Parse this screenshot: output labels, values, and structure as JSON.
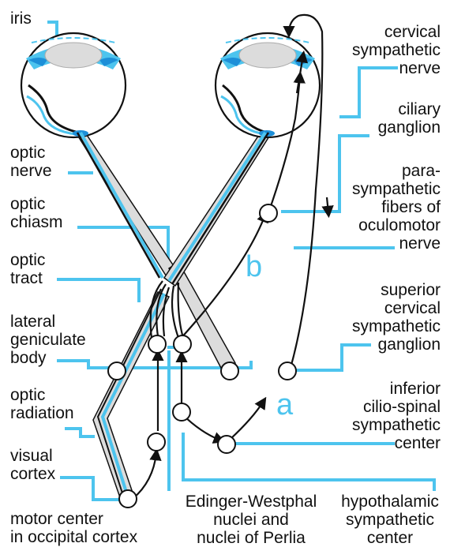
{
  "colors": {
    "blue": "#4dc4ee",
    "deep_blue": "#1d8fd8",
    "gray": "#dcdcdc",
    "line": "#111111",
    "text": "#111111"
  },
  "left_labels": {
    "iris": "iris",
    "optic_nerve": "optic\nnerve",
    "optic_chiasm": "optic\nchiasm",
    "optic_tract": "optic\ntract",
    "lateral_geniculate_body": "lateral\ngeniculate\nbody",
    "optic_radiation": "optic\nradiation",
    "visual_cortex": "visual\ncortex",
    "motor_center": "motor center\nin occipital cortex"
  },
  "right_labels": {
    "cervical_sympathetic_nerve": "cervical\nsympathetic\nnerve",
    "ciliary_ganglion": "ciliary\nganglion",
    "parasympathetic_fibers": "para-\nsympathetic\nfibers of\noculomotor\nnerve",
    "superior_cervical_ganglion": "superior\ncervical\nsympathetic\nganglion",
    "inferior_ciliospinal_center": "inferior\ncilio-spinal\nsympathetic\ncenter"
  },
  "bottom_labels": {
    "edinger_westphal": "Edinger-Westphal\nnuclei and\nnuclei of Perlia",
    "hypothalamic_center": "hypothalamic\nsympathetic\ncenter"
  },
  "pathway_letters": {
    "a": "a",
    "b": "b"
  }
}
